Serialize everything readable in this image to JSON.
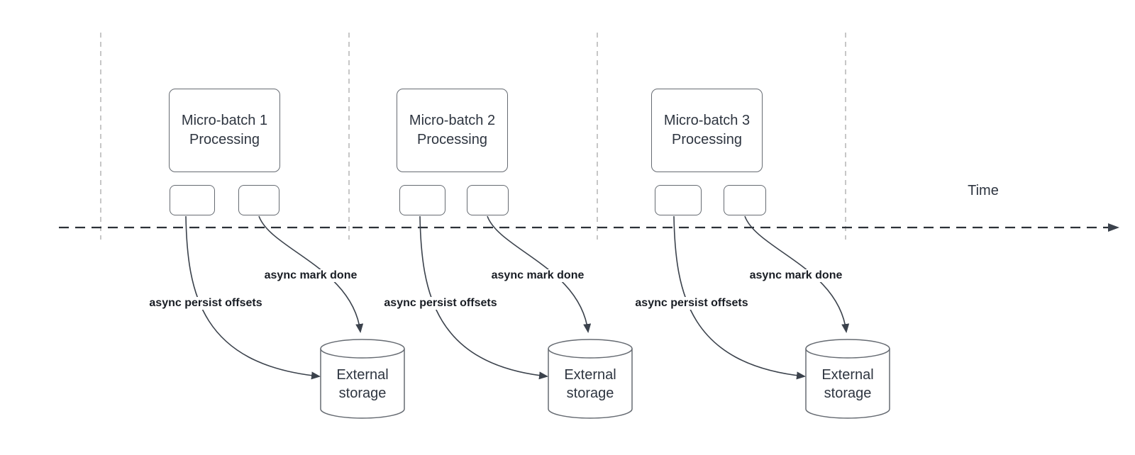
{
  "timeline": {
    "label": "Time"
  },
  "groups": [
    {
      "title_line1": "Micro-batch 1",
      "title_line2": "Processing",
      "persist_label": "async persist offsets",
      "done_label": "async mark done",
      "storage_line1": "External",
      "storage_line2": "storage"
    },
    {
      "title_line1": "Micro-batch 2",
      "title_line2": "Processing",
      "persist_label": "async persist offsets",
      "done_label": "async mark done",
      "storage_line1": "External",
      "storage_line2": "storage"
    },
    {
      "title_line1": "Micro-batch 3",
      "title_line2": "Processing",
      "persist_label": "async persist offsets",
      "done_label": "async mark done",
      "storage_line1": "External",
      "storage_line2": "storage"
    }
  ],
  "colors": {
    "background": "#ffffff",
    "shape_stroke": "#666b72",
    "arrow": "#3b424c",
    "timeline": "#2c3138",
    "gridline": "#b9b9b9",
    "text": "#2e3540",
    "label_text": "#191d24"
  }
}
